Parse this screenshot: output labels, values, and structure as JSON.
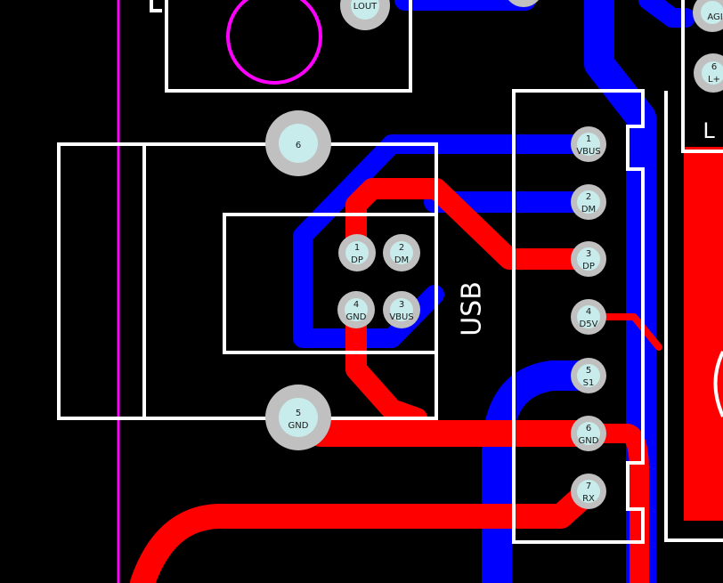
{
  "colors": {
    "background": "#000000",
    "top_copper": "#ff0000",
    "bottom_copper": "#0000ff",
    "silkscreen": "#ffffff",
    "outline": "#ff00ff",
    "pad": "#c0c0c0",
    "pad_drill": "#c8ecec"
  },
  "silkscreen": {
    "usb_label": "USB",
    "corner_label": "L"
  },
  "connector_pads": [
    {
      "num": "1",
      "name": "VBUS"
    },
    {
      "num": "2",
      "name": "DM"
    },
    {
      "num": "3",
      "name": "DP"
    },
    {
      "num": "4",
      "name": "D5V"
    },
    {
      "num": "5",
      "name": "S1"
    },
    {
      "num": "6",
      "name": "GND"
    },
    {
      "num": "7",
      "name": "RX"
    }
  ],
  "usb_pads": [
    {
      "num": "1",
      "name": "DP"
    },
    {
      "num": "2",
      "name": "DM"
    },
    {
      "num": "3",
      "name": "VBUS"
    },
    {
      "num": "4",
      "name": "GND"
    }
  ],
  "shield_pads": [
    {
      "num": "6",
      "name": ""
    },
    {
      "num": "5",
      "name": "GND"
    }
  ],
  "top_pads": [
    {
      "num": "",
      "name": "LOUT"
    }
  ],
  "right_pads": [
    {
      "num": "",
      "name": "AGI"
    },
    {
      "num": "6",
      "name": "L+"
    }
  ]
}
